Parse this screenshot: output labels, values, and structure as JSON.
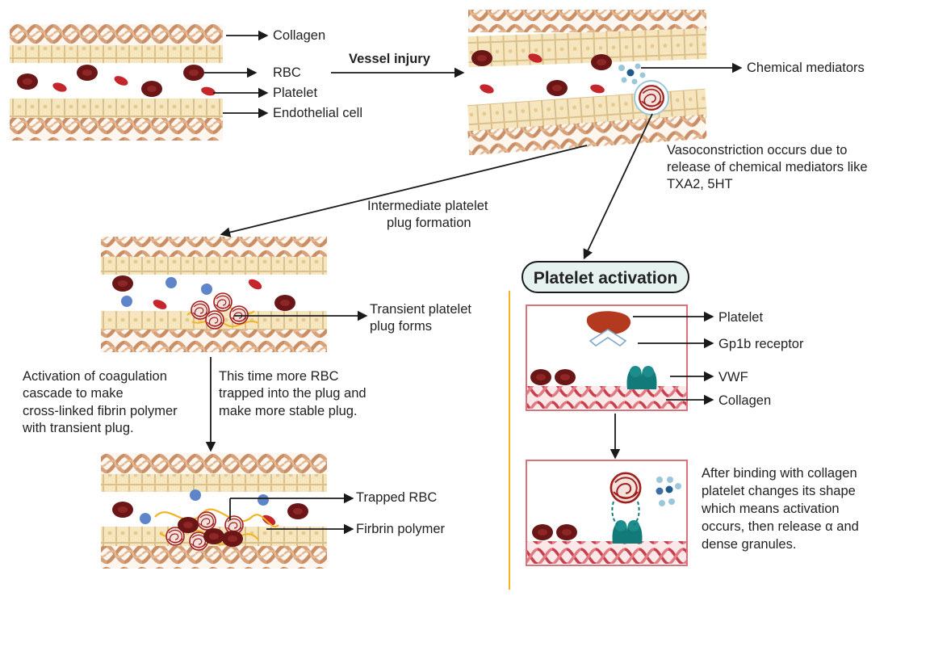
{
  "labels": {
    "collagen": "Collagen",
    "rbc": "RBC",
    "platelet": "Platelet",
    "endothelial_cell": "Endothelial cell",
    "vessel_injury": "Vessel injury",
    "chemical_mediators": "Chemical mediators",
    "vasoconstriction": [
      "Vasoconstriction occurs due to",
      "release of chemical mediators like",
      "TXA2, 5HT"
    ],
    "intermediate_plug": [
      "Intermediate platelet",
      "plug formation"
    ],
    "platelet_activation": "Platelet activation",
    "transient_plug": [
      "Transient platelet",
      "plug forms"
    ],
    "coagulation": [
      "Activation of coagulation",
      "cascade to make",
      "cross-linked fibrin polymer",
      "with transient plug."
    ],
    "more_rbc": [
      "This time more RBC",
      "trapped into the plug and",
      "make more stable plug."
    ],
    "trapped_rbc": "Trapped RBC",
    "fibrin_polymer": "Firbrin polymer",
    "act_platelet": "Platelet",
    "gp1b": "Gp1b receptor",
    "vwf": "VWF",
    "act_collagen": "Collagen",
    "after_binding": [
      "After binding with collagen",
      "platelet changes its shape",
      "which means activation",
      "occurs, then release α and",
      "dense granules."
    ]
  },
  "colors": {
    "collagen": "#d9a77f",
    "endothelial": "#f6e6c0",
    "rbc_dark": "#6b1616",
    "rbc_red": "#c4262b",
    "platelet_blue": "#5e84c9",
    "fibrin": "#f2b424",
    "vwf_teal": "#137a7a",
    "frame_pink": "#d9727a",
    "divider": "#f2b424",
    "pill_bg": "#e6f2ef"
  }
}
